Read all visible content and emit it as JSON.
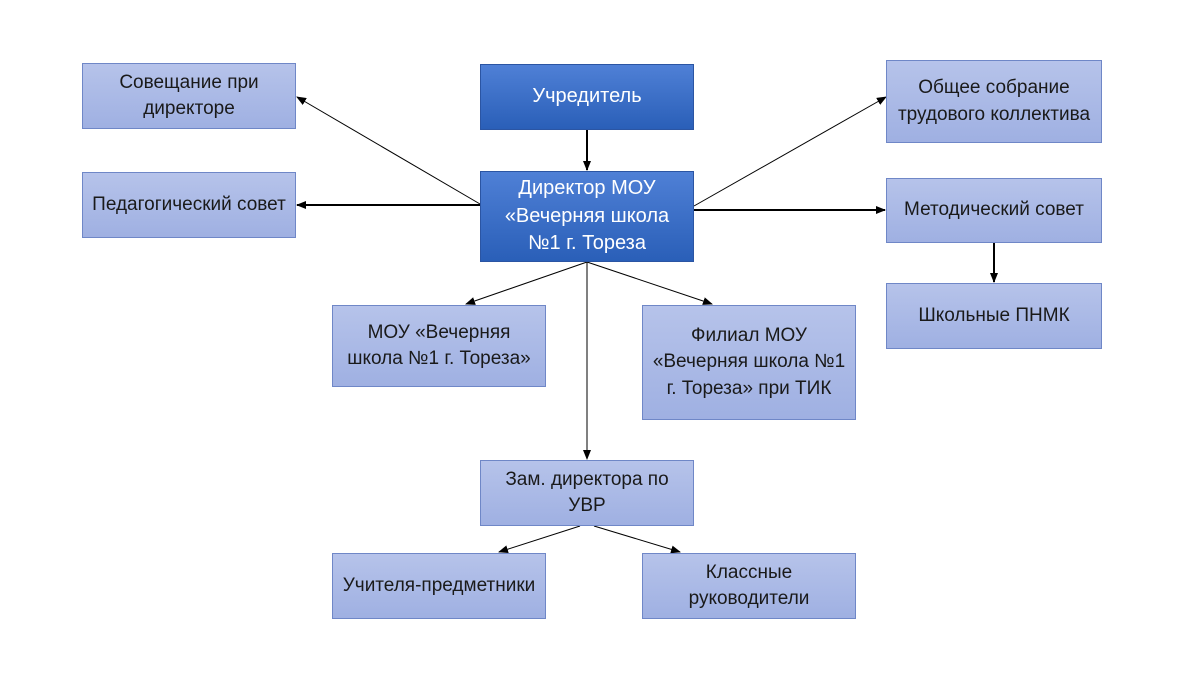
{
  "nodes": {
    "uchreditel": "Учредитель",
    "director": "Директор МОУ «Вечерняя школа №1 г. Тореза",
    "soveshchanie": "Совещание при директоре",
    "pedsovet": "Педагогический совет",
    "obshchee": "Общее собрание трудового коллектива",
    "metodsovet": "Методический совет",
    "pnmk": "Школьные ПНМК",
    "mou": "МОУ «Вечерняя школа №1 г. Тореза»",
    "filial": "Филиал МОУ «Вечерняя школа №1 г. Тореза» при ТИК",
    "zam": "Зам. директора по УВР",
    "uchitelya": "Учителя-предметники",
    "klassnye": "Классные руководители"
  },
  "colors": {
    "dark_box": "#2f65c0",
    "light_box": "#a7b7e5",
    "edge": "#000000"
  }
}
